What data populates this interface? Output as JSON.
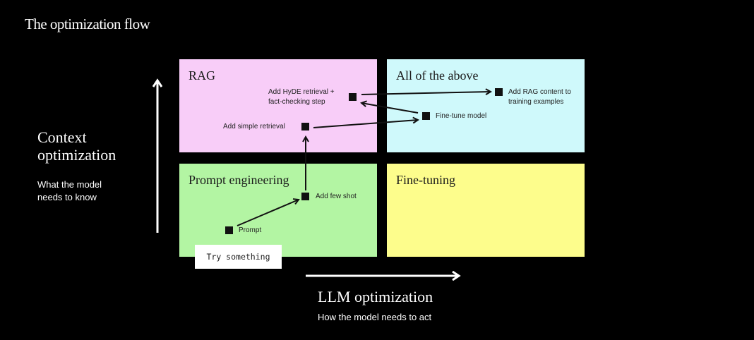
{
  "title": "The optimization flow",
  "y_axis": {
    "label_line1": "Context",
    "label_line2": "optimization",
    "sub_line1": "What the model",
    "sub_line2": "needs to know"
  },
  "x_axis": {
    "label": "LLM optimization",
    "sub": "How the model needs to act"
  },
  "quadrants": {
    "rag": {
      "title": "RAG",
      "color": "#f8cdf8"
    },
    "all": {
      "title": "All of the above",
      "color": "#cff9fb"
    },
    "prompt": {
      "title": "Prompt engineering",
      "color": "#b3f5a3"
    },
    "finetuning": {
      "title": "Fine-tuning",
      "color": "#fdfd8c"
    }
  },
  "start_badge": "Try something",
  "nodes": {
    "prompt": "Prompt",
    "few_shot": "Add few shot",
    "simple_retrieval": "Add simple retrieval",
    "hyde_line1": "Add HyDE retrieval +",
    "hyde_line2": "fact-checking step",
    "fine_tune": "Fine-tune model",
    "rag_content_line1": "Add RAG content to",
    "rag_content_line2": "training examples"
  },
  "flow": [
    [
      "Prompt",
      "Add few shot"
    ],
    [
      "Add few shot",
      "Add simple retrieval"
    ],
    [
      "Add simple retrieval",
      "Fine-tune model"
    ],
    [
      "Fine-tune model",
      "Add HyDE retrieval + fact-checking step"
    ],
    [
      "Add HyDE retrieval + fact-checking step",
      "Add RAG content to training examples"
    ]
  ]
}
